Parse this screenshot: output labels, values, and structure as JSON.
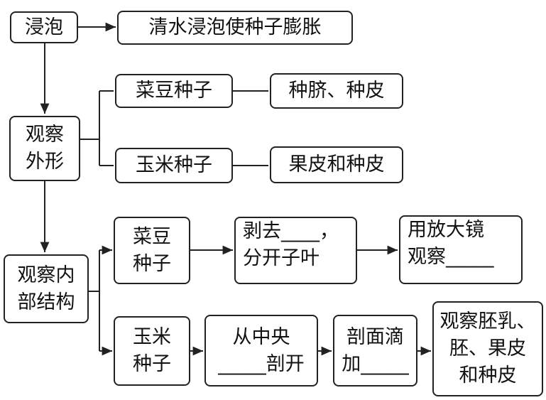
{
  "nodes": {
    "soak": "浸泡",
    "soak_desc": "清水浸泡使种子膨胀",
    "observe_shape": {
      "line1": "观察",
      "line2": "外形"
    },
    "bean_seed": "菜豆种子",
    "bean_shape": "种脐、种皮",
    "corn_seed": "玉米种子",
    "corn_shape": "果皮和种皮",
    "observe_inner": {
      "line1": "观察内",
      "line2": "部结构"
    },
    "bean_seed_inner": {
      "line1": "菜豆",
      "line2": "种子"
    },
    "bean_step1": {
      "line1": "剥去____，",
      "line2": "分开子叶"
    },
    "bean_step2": {
      "line1": "用放大镜",
      "line2": "观察_____"
    },
    "corn_seed_inner": {
      "line1": "玉米",
      "line2": "种子"
    },
    "corn_step1": {
      "line1": "从中央",
      "line2": "_____剖开"
    },
    "corn_step2": {
      "line1": "剖面滴",
      "line2": "加_____"
    },
    "corn_step3": {
      "line1": "观察胚乳、",
      "line2": "胚、果皮",
      "line3": "和种皮"
    }
  }
}
